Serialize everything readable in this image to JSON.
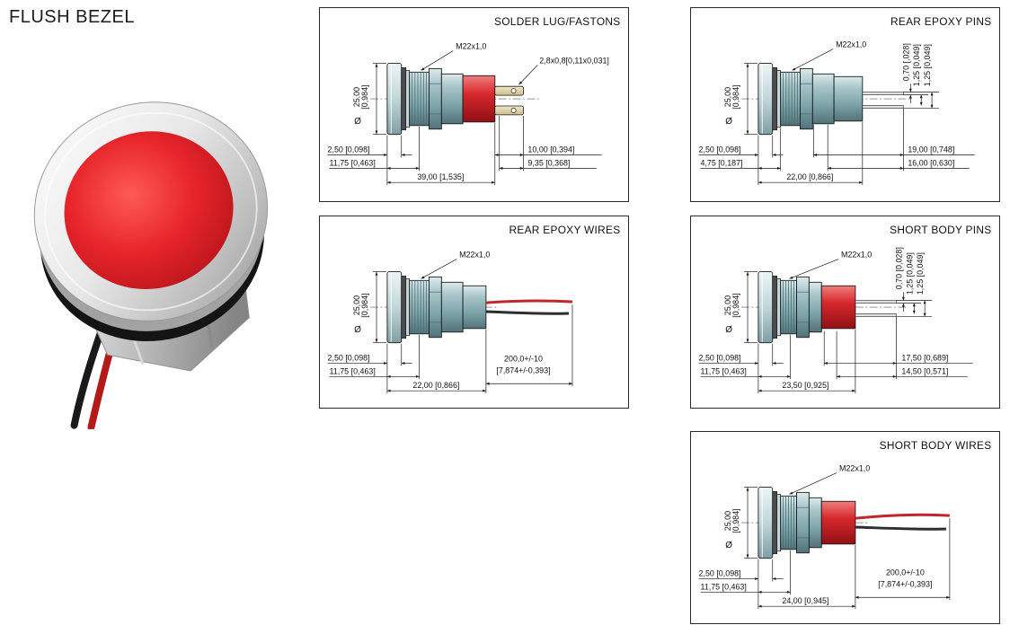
{
  "page": {
    "title": "FLUSH BEZEL"
  },
  "photo": {
    "description": "chrome flush bezel LED indicator with red lens, hex nut and red/black wires"
  },
  "panels": {
    "p1": {
      "title": "SOLDER LUG/FASTONS",
      "thread": "M22x1,0",
      "faston": "2,8x0,8[0,11x0,031]",
      "dia_mm": "25,00",
      "dia_in": "[0,984]",
      "dia_sym": "Ø",
      "d_flange": "2,50 [0,098]",
      "d_thread": "11,75 [0,463]",
      "d_total": "39,00 [1,535]",
      "d_lug1": "10,00 [0,394]",
      "d_lug2": "9,35 [0,368]"
    },
    "p2": {
      "title": "REAR EPOXY PINS",
      "thread": "M22x1,0",
      "pin_t": "0,70 [,028]",
      "pin_p1": "1,25 [0,049]",
      "pin_p2": "1,25 [0,049]",
      "dia_mm": "25,00",
      "dia_in": "[0,984]",
      "dia_sym": "Ø",
      "d_flange": "2,50 [0,098]",
      "d_washer": "4,75 [0,187]",
      "d_total": "22,00 [0,866]",
      "d_pin1": "19,00 [0,748]",
      "d_pin2": "16,00 [0,630]"
    },
    "p3": {
      "title": "REAR EPOXY WIRES",
      "thread": "M22x1,0",
      "dia_mm": "25,00",
      "dia_in": "[0,984]",
      "dia_sym": "Ø",
      "d_flange": "2,50 [0,098]",
      "d_thread": "11,75 [0,463]",
      "d_total": "22,00 [0,866]",
      "d_wire_mm": "200,0+/-10",
      "d_wire_in": "[7,874+/-0,393]"
    },
    "p4": {
      "title": "SHORT BODY PINS",
      "thread": "M22x1,0",
      "pin_t": "0,70 [0,028]",
      "pin_p1": "1,25 [0,049]",
      "pin_p2": "1,25 [0,049]",
      "dia_mm": "25,00",
      "dia_in": "[0,984]",
      "dia_sym": "Ø",
      "d_flange": "2,50 [0,098]",
      "d_thread": "11,75 [0,463]",
      "d_total": "23,50 [0,925]",
      "d_pin1": "17,50 [0,689]",
      "d_pin2": "14,50 [0,571]"
    },
    "p5": {
      "title": "SHORT BODY WIRES",
      "thread": "M22x1,0",
      "dia_mm": "25,00",
      "dia_in": "[0,984]",
      "dia_sym": "Ø",
      "d_flange": "2,50 [0,098]",
      "d_thread": "11,75 [0,463]",
      "d_total": "24,00 [0,945]",
      "d_wire_mm": "200,0+/-10",
      "d_wire_in": "[7,874+/-0,393]"
    }
  }
}
